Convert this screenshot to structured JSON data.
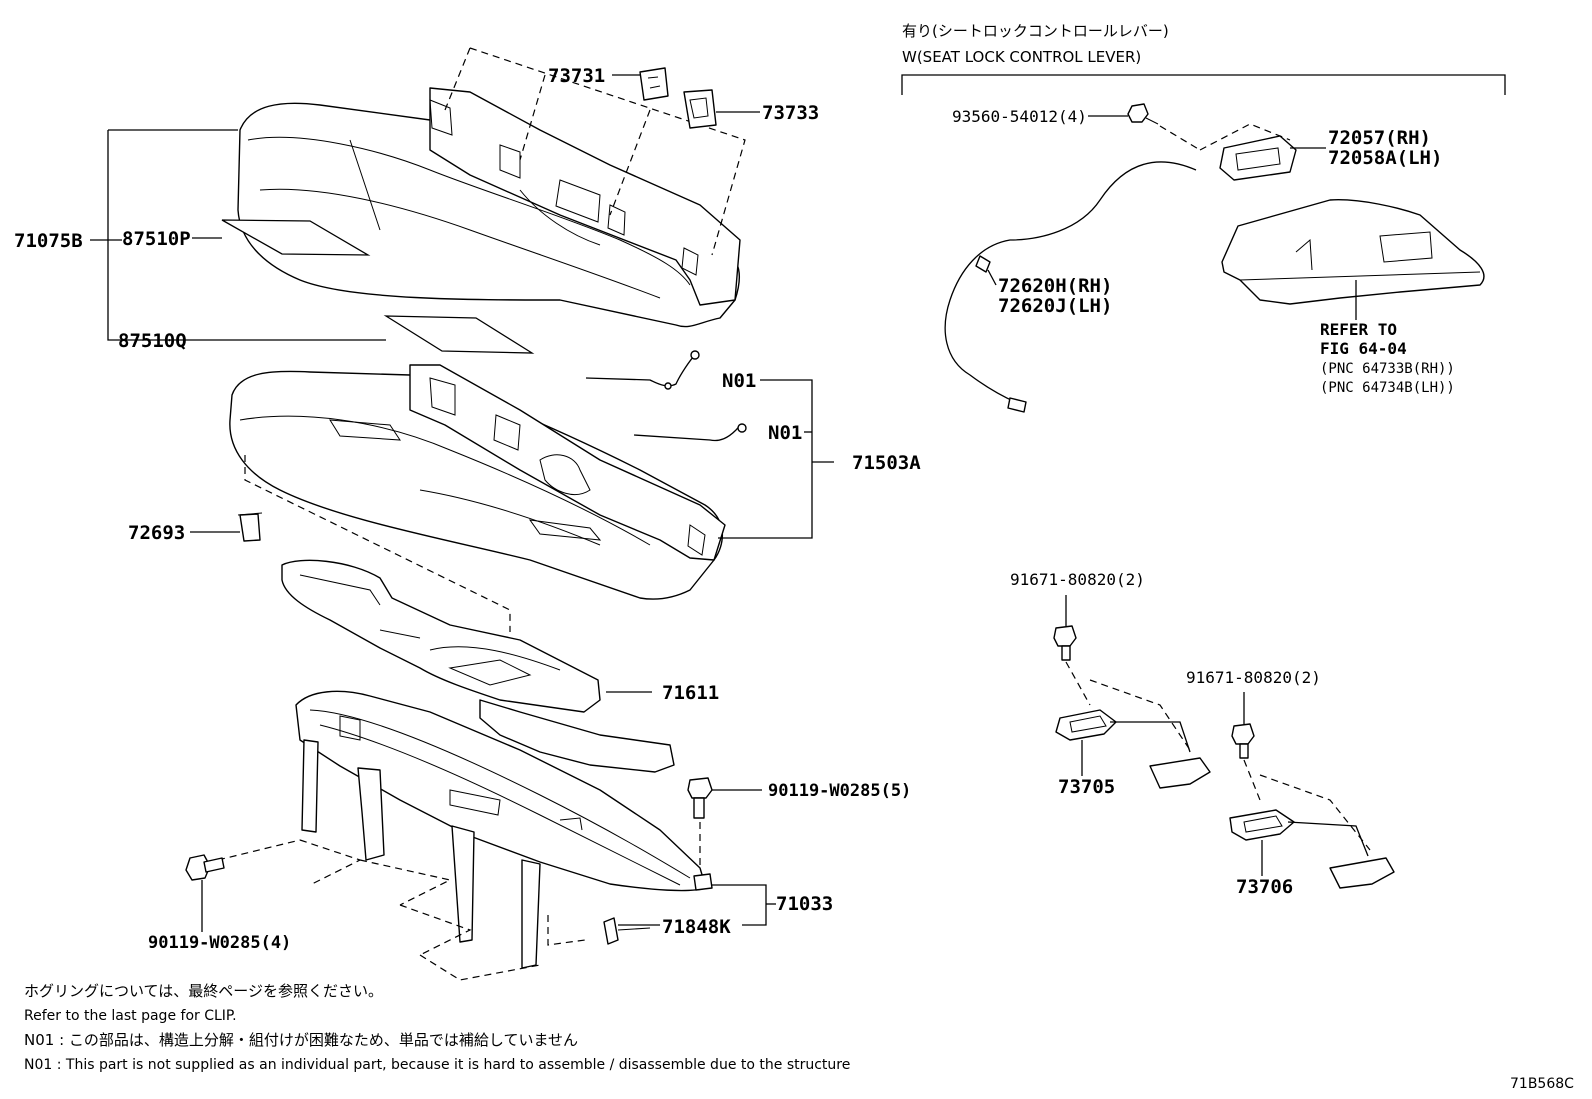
{
  "diagram_id": "71B568C",
  "option_group": {
    "title_jp": "有り(シートロックコントロールレバー)",
    "title_en": "W(SEAT LOCK CONTROL LEVER)"
  },
  "parts": {
    "p71075B": "71075B",
    "p87510P": "87510P",
    "p87510Q": "87510Q",
    "p73731": "73731",
    "p73733": "73733",
    "pN01a": "N01",
    "pN01b": "N01",
    "p71503A": "71503A",
    "p72693": "72693",
    "p71611": "71611",
    "p90119_5": "90119-W0285(5)",
    "p90119_4": "90119-W0285(4)",
    "p71033": "71033",
    "p71848K": "71848K",
    "p93560": "93560-54012(4)",
    "p72057": "72057(RH)",
    "p72058A": "72058A(LH)",
    "p72620H": "72620H(RH)",
    "p72620J": "72620J(LH)",
    "refer_to": "REFER TO",
    "fig_ref": "FIG 64-04",
    "pnc_rh": "(PNC 64733B(RH))",
    "pnc_lh": "(PNC 64734B(LH))",
    "p91671_a": "91671-80820(2)",
    "p91671_b": "91671-80820(2)",
    "p73705": "73705",
    "p73706": "73706"
  },
  "notes": {
    "clip_jp": "ホグリングについては、最終ページを参照ください。",
    "clip_en": "Refer to the last page for CLIP.",
    "n01_jp": "N01 : この部品は、構造上分解・組付けが困難なため、単品では補給していません",
    "n01_en": "N01 : This part is not supplied as an individual part, because it is hard to assemble / disassemble due to the structure"
  }
}
